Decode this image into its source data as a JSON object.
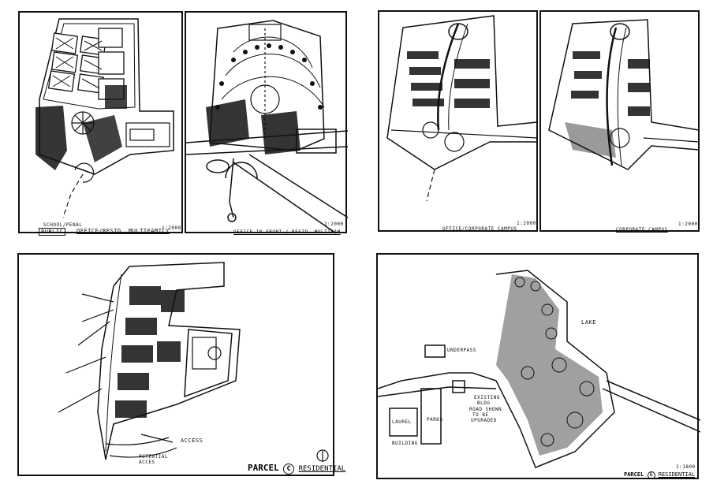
{
  "sheets": {
    "school": {
      "title_line1": "SCHOOL/PENAL",
      "title_line2": "PUBLIC",
      "title_line3": "OFFICE/RESID. MULTIFAMILY",
      "scale": "1:2000"
    },
    "office_resid": {
      "title": "OFFICE IN FRONT / RESID. MULTIFAM",
      "scale": "1:2000"
    },
    "office_corporate": {
      "title": "OFFICE/CORPORATE CAMPUS",
      "scale": "1:2000"
    },
    "corporate": {
      "title": "CORPORATE CAMPUS",
      "scale": "1:2000"
    },
    "parcel_c": {
      "access": "ACCESS",
      "potential_access_1": "POTENTIAL",
      "potential_access_2": "ACCES",
      "title": "PARCEL",
      "title_letter": "C",
      "title_suffix": "RESIDENTIAL"
    },
    "parcel_b": {
      "lake": "LAKE",
      "underpass": "UNDERPASS",
      "laurel": "LAUREL",
      "building": "BUILDING",
      "parks": "PARKS",
      "existing_bldg_1": "EXISTING",
      "existing_bldg_2": "BLDG",
      "road_note_1": "ROAD SHOWN",
      "road_note_2": "TO BE",
      "road_note_3": "UPGRADED",
      "scale": "1:1800",
      "title": "PARCEL",
      "title_letter": "B",
      "title_suffix": "RESIDENTIAL"
    }
  }
}
